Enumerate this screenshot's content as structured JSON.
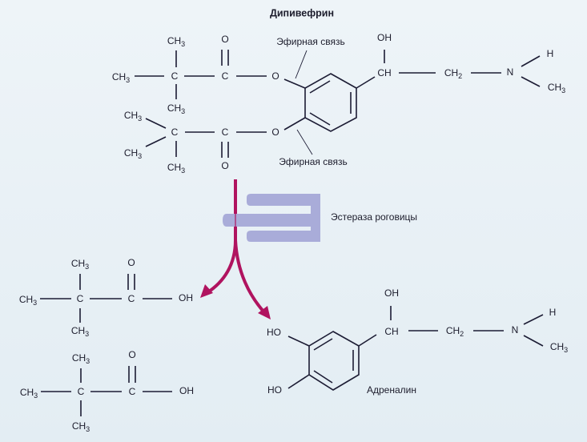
{
  "title": "Дипивефрин",
  "labels": {
    "ester_bond": "Эфирная связь",
    "enzyme": "Эстераза роговицы",
    "product": "Адреналин"
  },
  "atoms": {
    "ch3": "CH3",
    "c": "C",
    "o": "O",
    "oh": "OH",
    "ho": "HO",
    "ch": "CH",
    "ch2": "CH2",
    "n": "N",
    "h": "H"
  },
  "colors": {
    "arrow": "#b0135f",
    "enzyme": "#a9acd9",
    "background": "#e9f1f6"
  }
}
